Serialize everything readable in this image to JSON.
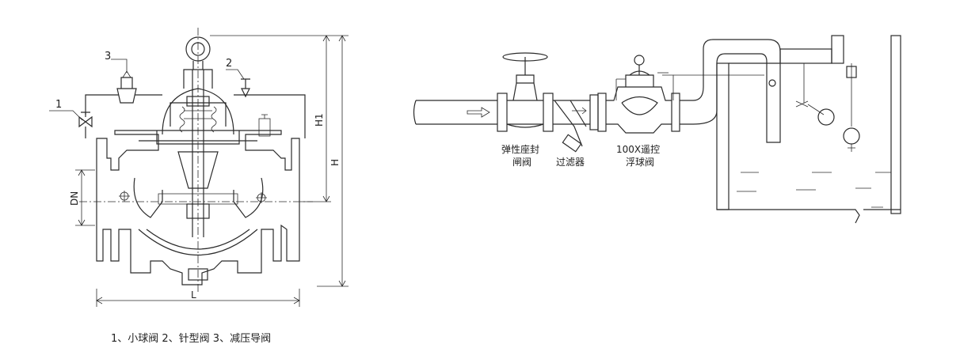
{
  "valve_drawing": {
    "callouts": [
      "1",
      "2",
      "3"
    ],
    "dimensions": {
      "dn": "DN",
      "h1": "H1",
      "h": "H",
      "l": "L"
    },
    "legend": "1、小球阀 2、针型阀 3、减压导阀"
  },
  "installation": {
    "gate_valve_label": [
      "弹性座封",
      "闸阀"
    ],
    "strainer_label": "过滤器",
    "control_valve_label": [
      "100X遥控",
      "浮球阀"
    ]
  }
}
